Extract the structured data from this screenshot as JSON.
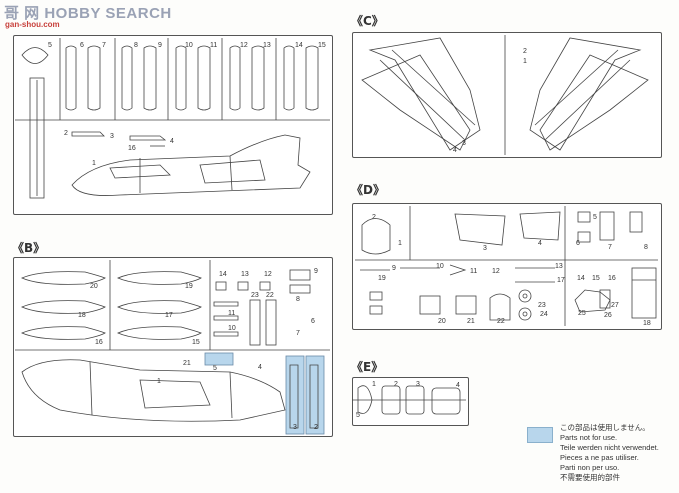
{
  "watermark": {
    "brand": "HOBBY SEARCH",
    "cn": "哥 网",
    "site": "gan-shou.com"
  },
  "sections": {
    "b": "《B》",
    "c": "《C》",
    "d": "《D》",
    "e": "《E》"
  },
  "legend": {
    "lines": [
      "この部品は使用しません。",
      "Parts not for use.",
      "Teile werden nicht verwendet.",
      "Pieces a ne pas utiliser.",
      "Parti non per uso.",
      "不需要使用的部件"
    ],
    "swatch_color": "#b8d6ec"
  },
  "part_numbers": {
    "a": [
      "5",
      "6",
      "7",
      "8",
      "9",
      "10",
      "11",
      "12",
      "13",
      "14",
      "15",
      "2",
      "3",
      "16",
      "4",
      "1"
    ],
    "b": [
      "20",
      "19",
      "18",
      "17",
      "16",
      "15",
      "14",
      "13",
      "12",
      "11",
      "10",
      "9",
      "8",
      "6",
      "7",
      "23",
      "22",
      "21",
      "5",
      "4",
      "3",
      "2",
      "1"
    ],
    "c": [
      "4",
      "3",
      "2",
      "1"
    ],
    "d": [
      "1",
      "2",
      "3",
      "4",
      "5",
      "6",
      "7",
      "8",
      "9",
      "10",
      "11",
      "12",
      "13",
      "14",
      "15",
      "16",
      "17",
      "18",
      "19",
      "20",
      "21",
      "22",
      "23",
      "24",
      "25",
      "26",
      "27"
    ],
    "e": [
      "1",
      "2",
      "3",
      "4",
      "5"
    ]
  }
}
